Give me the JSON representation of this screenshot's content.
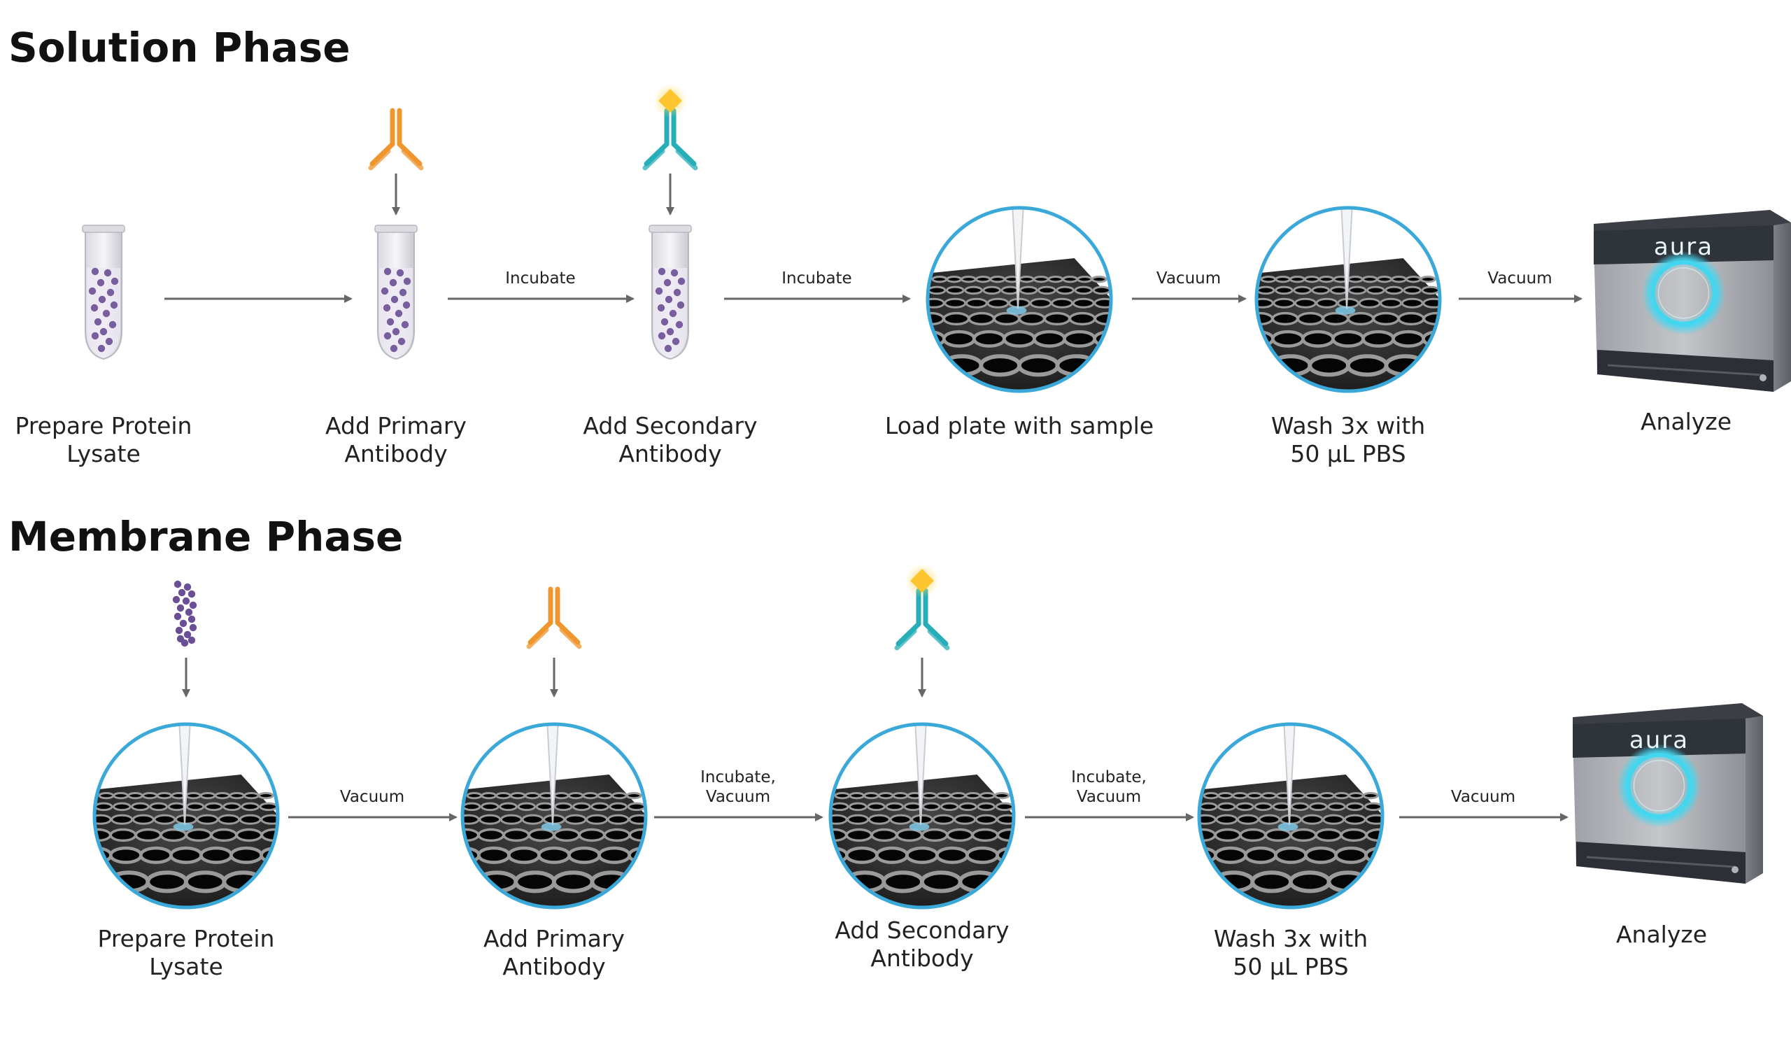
{
  "solution_phase": {
    "title": "Solution Phase",
    "steps": [
      {
        "label_lines": [
          "Prepare Protein",
          "Lysate"
        ]
      },
      {
        "label_lines": [
          "Add Primary",
          "Antibody"
        ]
      },
      {
        "label_lines": [
          "Add Secondary",
          "Antibody"
        ]
      },
      {
        "label_lines": [
          "Load plate with sample"
        ]
      },
      {
        "label_lines": [
          "Wash 3x with",
          "50 µL PBS"
        ]
      },
      {
        "label_lines": [
          "Analyze"
        ]
      }
    ],
    "arrow_labels": [
      [],
      [
        "Incubate"
      ],
      [
        "Incubate"
      ],
      [
        "Vacuum"
      ],
      [
        "Vacuum"
      ]
    ]
  },
  "membrane_phase": {
    "title": "Membrane Phase",
    "steps": [
      {
        "label_lines": [
          "Prepare Protein",
          "Lysate"
        ]
      },
      {
        "label_lines": [
          "Add Primary",
          "Antibody"
        ]
      },
      {
        "label_lines": [
          "Add Secondary",
          "Antibody"
        ]
      },
      {
        "label_lines": [
          "Wash 3x with",
          "50 µL PBS"
        ]
      },
      {
        "label_lines": [
          "Analyze"
        ]
      }
    ],
    "arrow_labels": [
      [
        "Vacuum"
      ],
      [
        "Incubate,",
        "Vacuum"
      ],
      [
        "Incubate,",
        "Vacuum"
      ],
      [
        "Vacuum"
      ]
    ]
  },
  "instrument": {
    "brand": "aura"
  },
  "icons": {
    "tube": "sample-tube-icon",
    "primary_antibody": "primary-antibody-icon",
    "secondary_antibody": "secondary-antibody-icon",
    "lysate": "lysate-particles-icon",
    "plate": "plate-well-zoom-icon",
    "instrument": "aura-instrument-icon"
  },
  "colors": {
    "primary_antibody": "#f0962e",
    "secondary_antibody": "#27aeb9",
    "secondary_label": "#ffc52e",
    "lysate_particle": "#6a4f96",
    "plate_ring": "#3aa8d8",
    "arrow": "#666666",
    "instrument_glow": "#45d6ef"
  }
}
